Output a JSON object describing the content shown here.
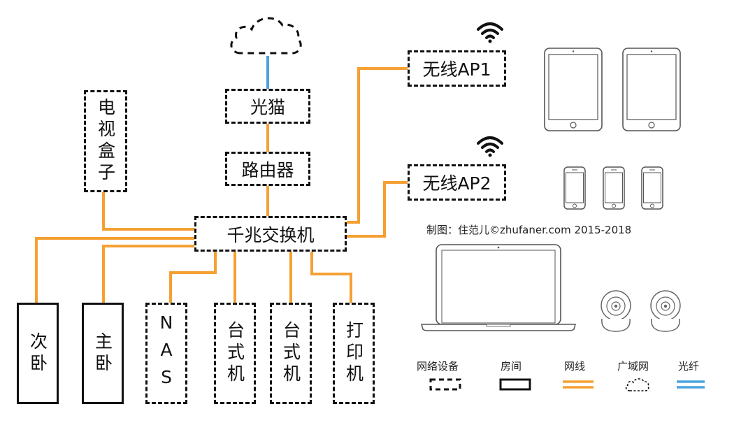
{
  "nodes": {
    "cloud": "",
    "modem": "光猫",
    "router": "路由器",
    "switch": "千兆交换机",
    "tv_box": "电视盒子",
    "ap1": "无线AP1",
    "ap2": "无线AP2",
    "second_bedroom": "次卧",
    "master_bedroom": "主卧",
    "nas": "NAS",
    "desktop1": "台式机",
    "desktop2": "台式机",
    "printer": "打印机"
  },
  "credit": "制图：住范儿©zhufaner.com 2015-2018",
  "legend": {
    "network_device": "网络设备",
    "room": "房间",
    "ethernet": "网线",
    "wan": "广域网",
    "fiber": "光纤"
  },
  "colors": {
    "ethernet": "#F5A033",
    "fiber": "#4AA3DF",
    "line": "#111111"
  },
  "icons": [
    "cloud-icon",
    "wifi-icon",
    "tablet-icon",
    "phone-icon",
    "laptop-icon",
    "camera-icon"
  ]
}
